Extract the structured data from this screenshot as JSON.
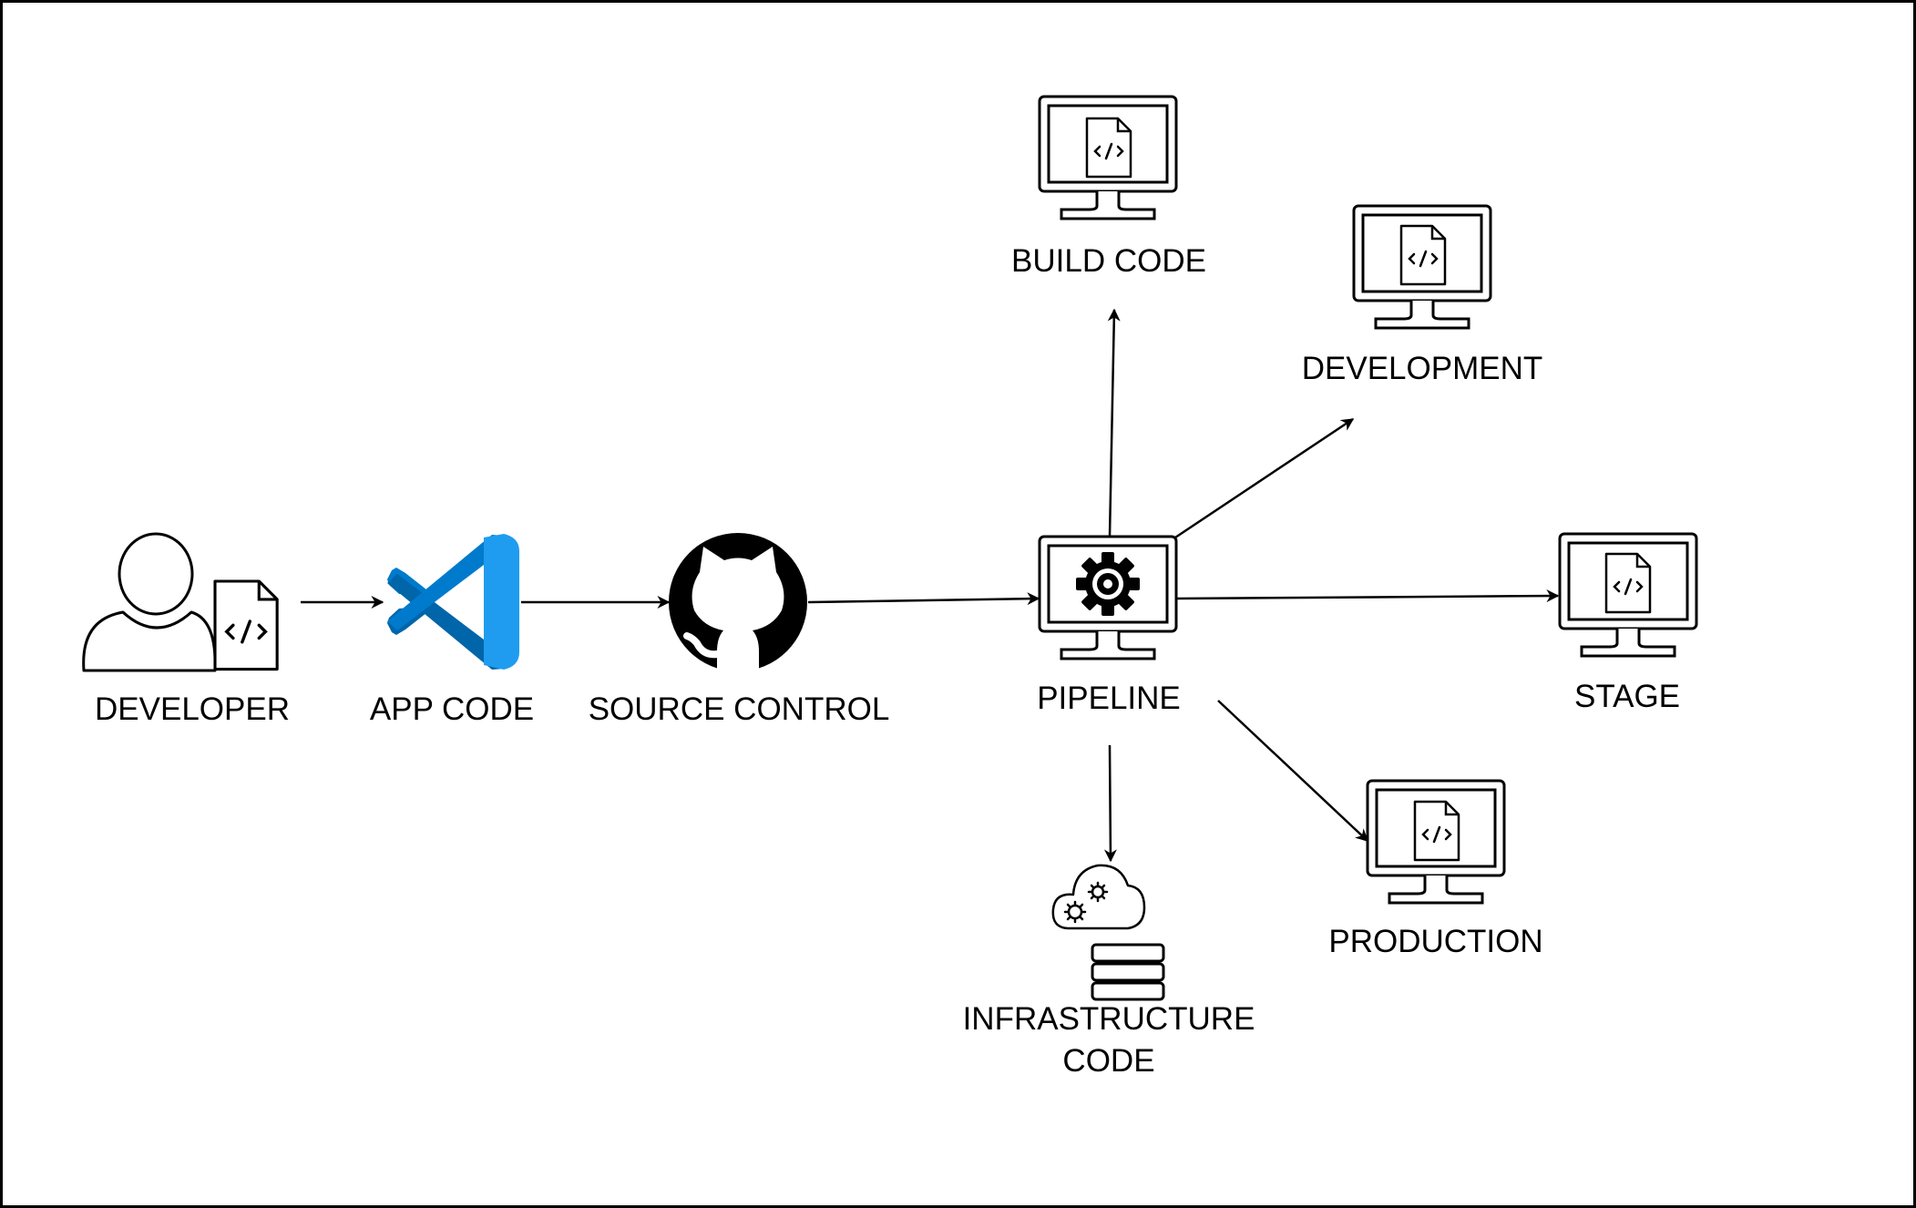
{
  "nodes": {
    "developer": {
      "label": "DEVELOPER"
    },
    "app_code": {
      "label": "APP CODE"
    },
    "source_control": {
      "label": "SOURCE CONTROL"
    },
    "pipeline": {
      "label": "PIPELINE"
    },
    "build_code": {
      "label": "BUILD CODE"
    },
    "development": {
      "label": "DEVELOPMENT"
    },
    "stage": {
      "label": "STAGE"
    },
    "production": {
      "label": "PRODUCTION"
    },
    "infrastructure_code": {
      "label_line1": "INFRASTRUCTURE",
      "label_line2": "CODE"
    }
  },
  "edges": [
    {
      "from": "developer",
      "to": "app_code"
    },
    {
      "from": "app_code",
      "to": "source_control"
    },
    {
      "from": "source_control",
      "to": "pipeline"
    },
    {
      "from": "pipeline",
      "to": "build_code"
    },
    {
      "from": "pipeline",
      "to": "development"
    },
    {
      "from": "pipeline",
      "to": "stage"
    },
    {
      "from": "pipeline",
      "to": "production"
    },
    {
      "from": "pipeline",
      "to": "infrastructure_code"
    }
  ],
  "colors": {
    "stroke": "#000000",
    "vscode_dark": "#0065A9",
    "vscode_mid": "#007ACC",
    "vscode_light": "#1F9CF0"
  }
}
